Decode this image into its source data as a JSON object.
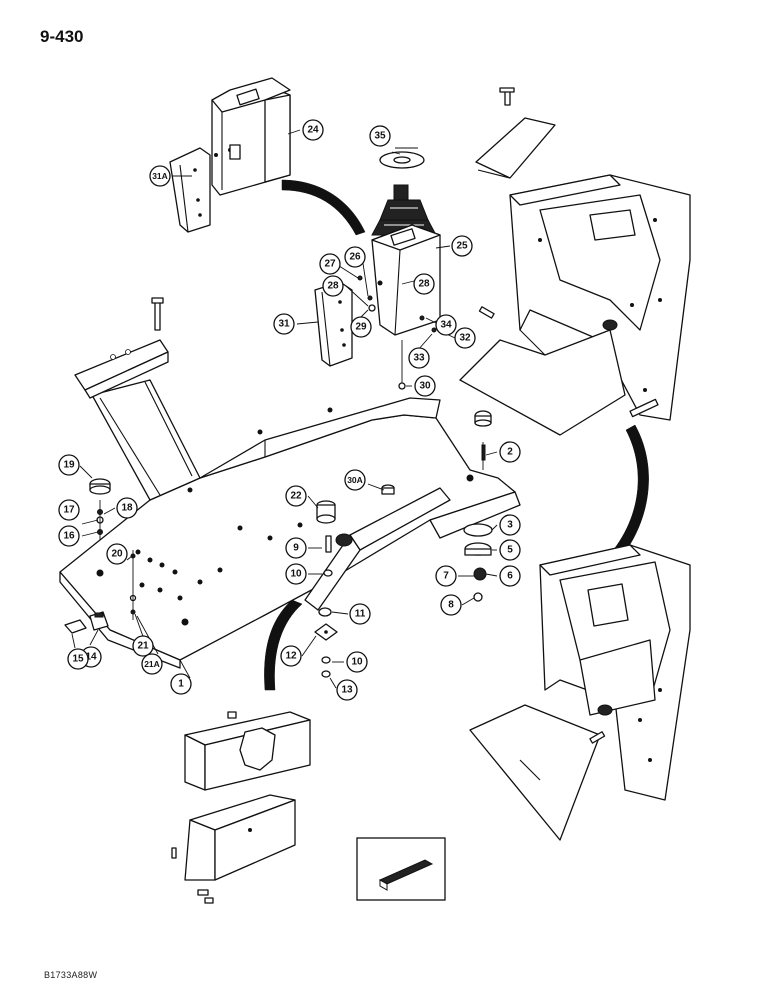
{
  "page_number": "9-430",
  "figure_code": "B1733A88W",
  "callouts": [
    {
      "id": "c1",
      "label": "1"
    },
    {
      "id": "c2",
      "label": "2"
    },
    {
      "id": "c3",
      "label": "3"
    },
    {
      "id": "c5",
      "label": "5"
    },
    {
      "id": "c6",
      "label": "6"
    },
    {
      "id": "c7",
      "label": "7"
    },
    {
      "id": "c8",
      "label": "8"
    },
    {
      "id": "c9",
      "label": "9"
    },
    {
      "id": "c10a",
      "label": "10"
    },
    {
      "id": "c10b",
      "label": "10"
    },
    {
      "id": "c11",
      "label": "11"
    },
    {
      "id": "c12",
      "label": "12"
    },
    {
      "id": "c13",
      "label": "13"
    },
    {
      "id": "c14",
      "label": "14"
    },
    {
      "id": "c15",
      "label": "15"
    },
    {
      "id": "c16",
      "label": "16"
    },
    {
      "id": "c17",
      "label": "17"
    },
    {
      "id": "c18",
      "label": "18"
    },
    {
      "id": "c19",
      "label": "19"
    },
    {
      "id": "c20",
      "label": "20"
    },
    {
      "id": "c21",
      "label": "21"
    },
    {
      "id": "c21a",
      "label": "21A"
    },
    {
      "id": "c22",
      "label": "22"
    },
    {
      "id": "c24",
      "label": "24"
    },
    {
      "id": "c25",
      "label": "25"
    },
    {
      "id": "c26",
      "label": "26"
    },
    {
      "id": "c27",
      "label": "27"
    },
    {
      "id": "c28a",
      "label": "28"
    },
    {
      "id": "c28b",
      "label": "28"
    },
    {
      "id": "c29",
      "label": "29"
    },
    {
      "id": "c30",
      "label": "30"
    },
    {
      "id": "c30a",
      "label": "30A"
    },
    {
      "id": "c31",
      "label": "31"
    },
    {
      "id": "c31a",
      "label": "31A"
    },
    {
      "id": "c32",
      "label": "32"
    },
    {
      "id": "c33",
      "label": "33"
    },
    {
      "id": "c34",
      "label": "34"
    },
    {
      "id": "c35",
      "label": "35"
    }
  ]
}
